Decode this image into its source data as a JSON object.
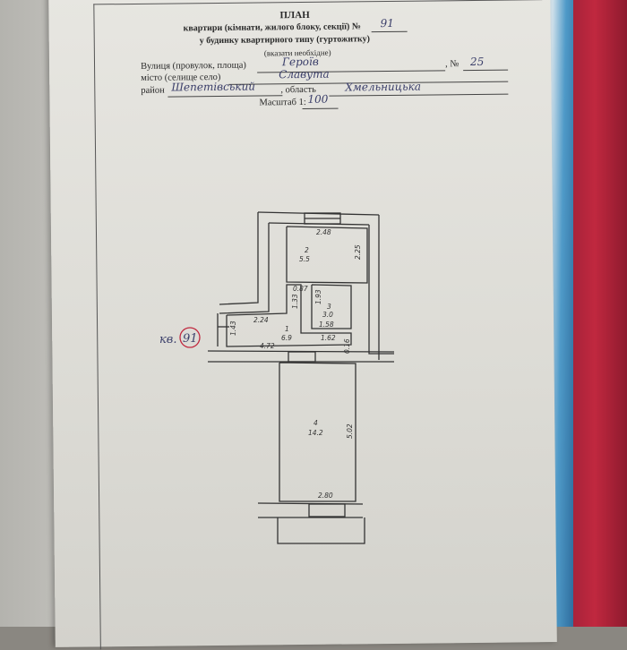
{
  "header": {
    "title": "ПЛАН",
    "line1": "квартири (кімнати, жилого блоку, секції) №",
    "apartment_no": "91",
    "line2": "у будинку квартирного типу (гуртожитку)",
    "note": "(вказати необхідне)"
  },
  "fields": {
    "street_label": "Вулиця (провулок, площа)",
    "street_value": "Героїв",
    "number_label": ", №",
    "number_value": "25",
    "city_label": "місто (селище село)",
    "city_value": "Славута",
    "district_label": "район",
    "district_value": "Шепетівський",
    "region_label": ", область",
    "region_value": "Хмельницька",
    "scale_label": "Масштаб 1:",
    "scale_value": "100"
  },
  "plan": {
    "apartment_label": "кв.",
    "apartment_circle": "91",
    "rooms": [
      {
        "no": "1",
        "area": "6.9"
      },
      {
        "no": "2",
        "area": "5.5"
      },
      {
        "no": "3",
        "area": "3.0"
      },
      {
        "no": "4",
        "area": "14.2"
      }
    ],
    "dimensions": [
      "2.48",
      "2.25",
      "0.87",
      "1.93",
      "1.33",
      "1.58",
      "1.62",
      "0.16",
      "2.24",
      "1.43",
      "4.72",
      "5.02",
      "2.80"
    ]
  },
  "colors": {
    "ink": "#2a2a2a",
    "handwriting": "#3b3f6a",
    "circle": "#c0283f"
  }
}
